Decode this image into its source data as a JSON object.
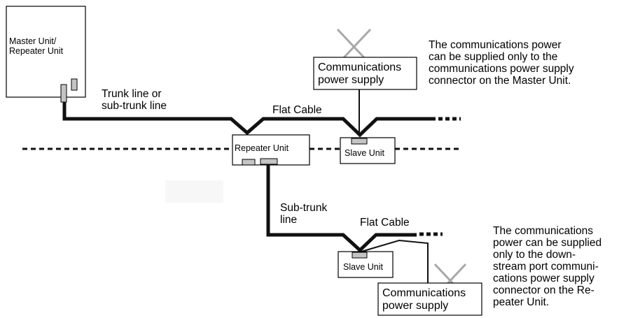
{
  "labels": {
    "master_unit": "Master Unit/\nRepeater Unit",
    "trunk_line": "Trunk line or\nsub-trunk line",
    "flat_cable_1": "Flat Cable",
    "flat_cable_2": "Flat Cable",
    "repeater_unit": "Repeater Unit",
    "slave_unit_1": "Slave Unit",
    "slave_unit_2": "Slave Unit",
    "comm_power_1": "Communications\npower supply",
    "comm_power_2": "Communications\npower supply",
    "sub_trunk_line": "Sub-trunk\nline"
  },
  "notes": {
    "top": "The communications power\ncan be supplied only to the\ncommunications power supply\nconnector on the Master Unit.",
    "bottom": "The communications\npower can be supplied\nonly to the down-\nstream port communi-\ncations power supply\nconnector on the Re-\npeater Unit."
  },
  "colors": {
    "cable": "#111111",
    "connector": "#c4c4c4",
    "cross": "#a8a8a8",
    "box_border": "#000000"
  },
  "icons": {
    "cross": "x-cross-icon"
  }
}
